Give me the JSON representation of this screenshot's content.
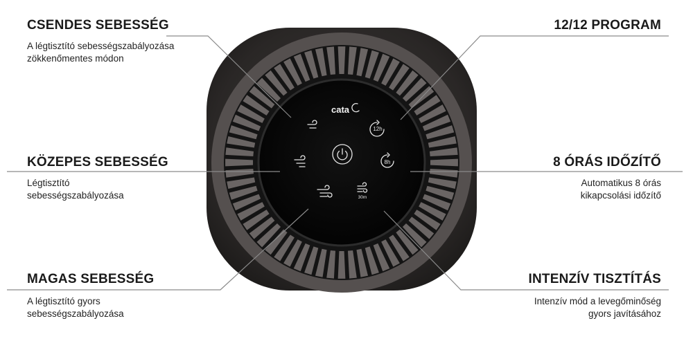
{
  "brand": "cata",
  "features": {
    "quiet_speed": {
      "title": "CSENDES SEBESSÉG",
      "line1": "A légtisztító sebességszabályozása",
      "line2": "zökkenőmentes módon"
    },
    "medium_speed": {
      "title": "KÖZEPES SEBESSÉG",
      "line1": "Légtisztító",
      "line2": "sebességszabályozása"
    },
    "high_speed": {
      "title": "MAGAS SEBESSÉG",
      "line1": "A légtisztító gyors",
      "line2": "sebességszabályozása"
    },
    "program": {
      "title": "12/12 PROGRAM"
    },
    "timer": {
      "title": "8 ÓRÁS IDŐZÍTŐ",
      "line1": "Automatikus 8 órás",
      "line2": "kikapcsolási időzítő"
    },
    "intensive": {
      "title": "INTENZÍV TISZTÍTÁS",
      "line1": "Intenzív mód a levegőminőség",
      "line2": "gyors javításához"
    }
  },
  "panel": {
    "program_badge": "12h",
    "timer_badge": "8h",
    "intensive_badge": "30m"
  },
  "colors": {
    "body": "#2b2827",
    "panel": "#050505",
    "ring": "#5b5756",
    "callout_line": "#7a7a7a",
    "icons": "#e6e6e6"
  },
  "icons": [
    "power-icon",
    "wind-low-icon",
    "wind-medium-icon",
    "wind-high-icon",
    "clock-12-icon",
    "clock-8-icon",
    "intensive-30-icon"
  ]
}
